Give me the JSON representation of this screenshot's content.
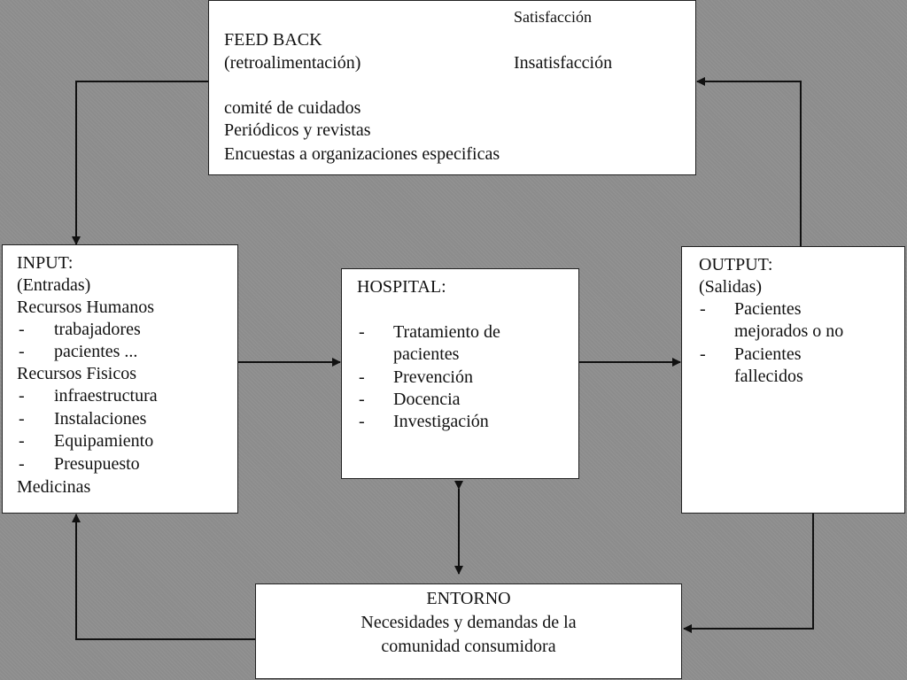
{
  "feedback": {
    "title": "FEED BACK",
    "subtitle": "(retroalimentación)",
    "satisfaction": "Satisfacción",
    "dissatisfaction": "Insatisfacción",
    "lines": [
      "comité de cuidados",
      "Periódicos y revistas",
      "Encuestas a organizaciones especificas"
    ]
  },
  "input": {
    "title": "INPUT:",
    "subtitle": "(Entradas)",
    "human_resources": "Recursos Humanos",
    "human_items": [
      "trabajadores",
      "pacientes ..."
    ],
    "physical_resources": "Recursos Fisicos",
    "physical_items": [
      "infraestructura",
      "Instalaciones",
      "Equipamiento",
      "Presupuesto"
    ],
    "medicines": "Medicinas"
  },
  "hospital": {
    "title": "HOSPITAL:",
    "items": [
      "Tratamiento de pacientes",
      "Prevención",
      "Docencia",
      "Investigación"
    ],
    "item1_line1": "Tratamiento de",
    "item1_line2": "pacientes"
  },
  "output": {
    "title": "OUTPUT:",
    "subtitle": "(Salidas)",
    "item1_line1": "Pacientes",
    "item1_line2": "mejorados o no",
    "item2_line1": "Pacientes",
    "item2_line2": "fallecidos"
  },
  "entorno": {
    "title": "ENTORNO",
    "line1": "Necesidades y demandas de la",
    "line2": "comunidad consumidora"
  },
  "bullet": "-",
  "colors": {
    "background": "#8c8c8c",
    "box": "#ffffff",
    "line": "#111111"
  }
}
